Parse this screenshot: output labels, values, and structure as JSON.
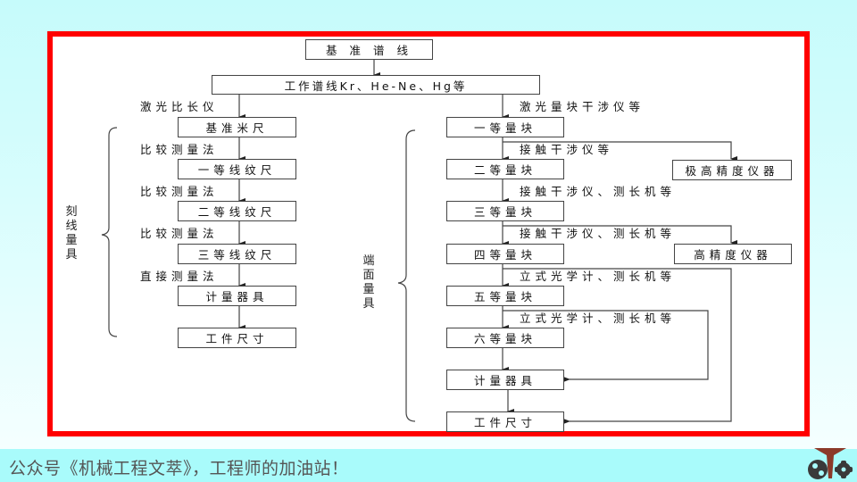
{
  "colors": {
    "frame": "#ff0000",
    "background": "#c6fbfb",
    "footer": "#a9fbfb",
    "line": "#444444"
  },
  "top": {
    "root": "基 准 谱 线",
    "working_lines": "工作谱线Kr、He-Ne、Hg等"
  },
  "left_branch": {
    "group_label": "刻线量具",
    "entry_label": "激光比长仪",
    "boxes": [
      "基准米尺",
      "一等线纹尺",
      "二等线纹尺",
      "三等线纹尺",
      "计量器具",
      "工件尺寸"
    ],
    "methods": [
      "比较测量法",
      "比较测量法",
      "比较测量法",
      "直接测量法"
    ]
  },
  "right_branch": {
    "group_label": "端面量具",
    "entry_label": "激光量块干涉仪等",
    "boxes": [
      "一等量块",
      "二等量块",
      "三等量块",
      "四等量块",
      "五等量块",
      "六等量块",
      "计量器具",
      "工件尺寸"
    ],
    "methods": [
      "接触干涉仪等",
      "接触干涉仪、测长机等",
      "接触干涉仪、测长机等",
      "立式光学计、测长机等",
      "立式光学计、测长机等"
    ],
    "side_boxes": [
      "极高精度仪器",
      "高精度仪器"
    ]
  },
  "footer": {
    "text": "公众号《机械工程文萃》，工程师的加油站！",
    "logo_icon": "machinery-logo-icon"
  }
}
